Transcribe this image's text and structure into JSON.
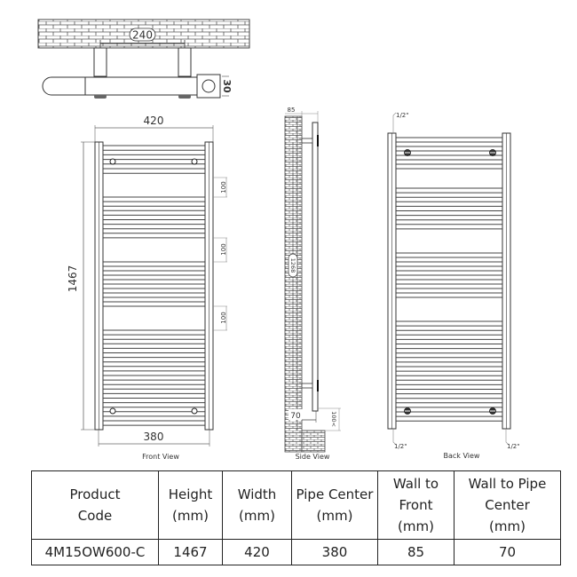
{
  "top_view": {
    "bracket_spacing": "240",
    "pipe_diameter": "30"
  },
  "front_view": {
    "label": "Front View",
    "width_dim": "420",
    "height_dim": "1467",
    "pipe_center_dim": "380",
    "gap_dims": [
      "100",
      "100",
      "100"
    ]
  },
  "side_view": {
    "label": "Side View",
    "wall_to_front_dim": "85",
    "bracket_height_dim": "1268",
    "wall_to_pipe_dim": "70",
    "floor_clearance_dim": "100<"
  },
  "back_view": {
    "label": "Back View",
    "inlet_top": "1/2\"",
    "inlet_bottom_left": "1/2\"",
    "inlet_bottom_right": "1/2\""
  },
  "spec_table": {
    "headers": [
      "Product Code",
      "Height (mm)",
      "Width (mm)",
      "Pipe Center (mm)",
      "Wall to Front (mm)",
      "Wall to Pipe Center (mm)"
    ],
    "header_lines": [
      [
        "Product",
        "Code"
      ],
      [
        "Height",
        "(mm)"
      ],
      [
        "Width",
        "(mm)"
      ],
      [
        "Pipe Center",
        "(mm)"
      ],
      [
        "Wall to",
        "Front",
        "(mm)"
      ],
      [
        "Wall to Pipe",
        "Center",
        "(mm)"
      ]
    ],
    "rows": [
      [
        "4M15OW600-C",
        "1467",
        "420",
        "380",
        "85",
        "70"
      ]
    ]
  },
  "colors": {
    "line": "#333333",
    "brick": "#555555",
    "dim_line": "#777777"
  }
}
